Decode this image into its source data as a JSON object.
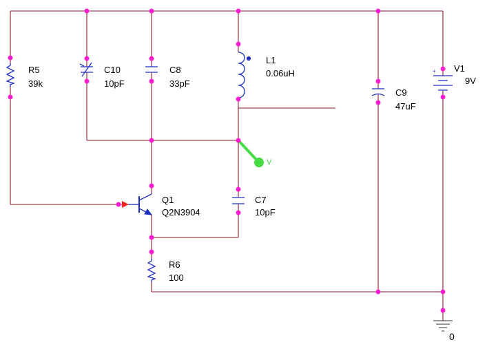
{
  "components": {
    "r5": {
      "name": "R5",
      "value": "39k"
    },
    "c10": {
      "name": "C10",
      "value": "10pF"
    },
    "c8": {
      "name": "C8",
      "value": "33pF"
    },
    "l1": {
      "name": "L1",
      "value": "0.06uH"
    },
    "c9": {
      "name": "C9",
      "value": "47uF"
    },
    "v1": {
      "name": "V1",
      "value": "9V"
    },
    "q1": {
      "name": "Q1",
      "value": "Q2N3904"
    },
    "c7": {
      "name": "C7",
      "value": "10pF"
    },
    "r6": {
      "name": "R6",
      "value": "100"
    }
  },
  "probe": {
    "label": "V"
  },
  "ground": {
    "label": "0"
  },
  "colors": {
    "wire": "#8b1a2a",
    "component": "#1f2fc2",
    "node": "#ff1fd0",
    "probe": "#44dd44",
    "probe_label": "#44dd44",
    "base_marker": "#ff2020"
  }
}
